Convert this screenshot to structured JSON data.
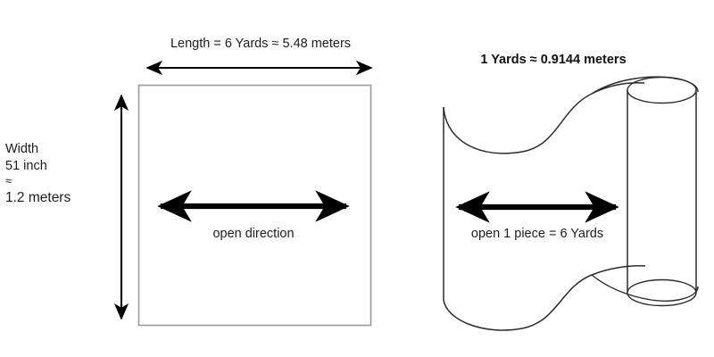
{
  "diagram": {
    "title_left": "Length = 6 Yards  ≈  5.48  meters",
    "title_right": "1 Yards ≈ 0.9144 meters",
    "width_label": {
      "line1": "Width",
      "line2": "51 inch",
      "line3": "≈",
      "line4": "1.2 meters"
    },
    "flat_piece": {
      "inner_label": "open direction"
    },
    "roll": {
      "inner_label": "open 1 piece =  6 Yards"
    },
    "colors": {
      "stroke": "#2b2b2b",
      "rect_border": "#9a9a9a",
      "arrow": "#000000",
      "text": "#1d1d1b",
      "background": "#ffffff"
    }
  }
}
